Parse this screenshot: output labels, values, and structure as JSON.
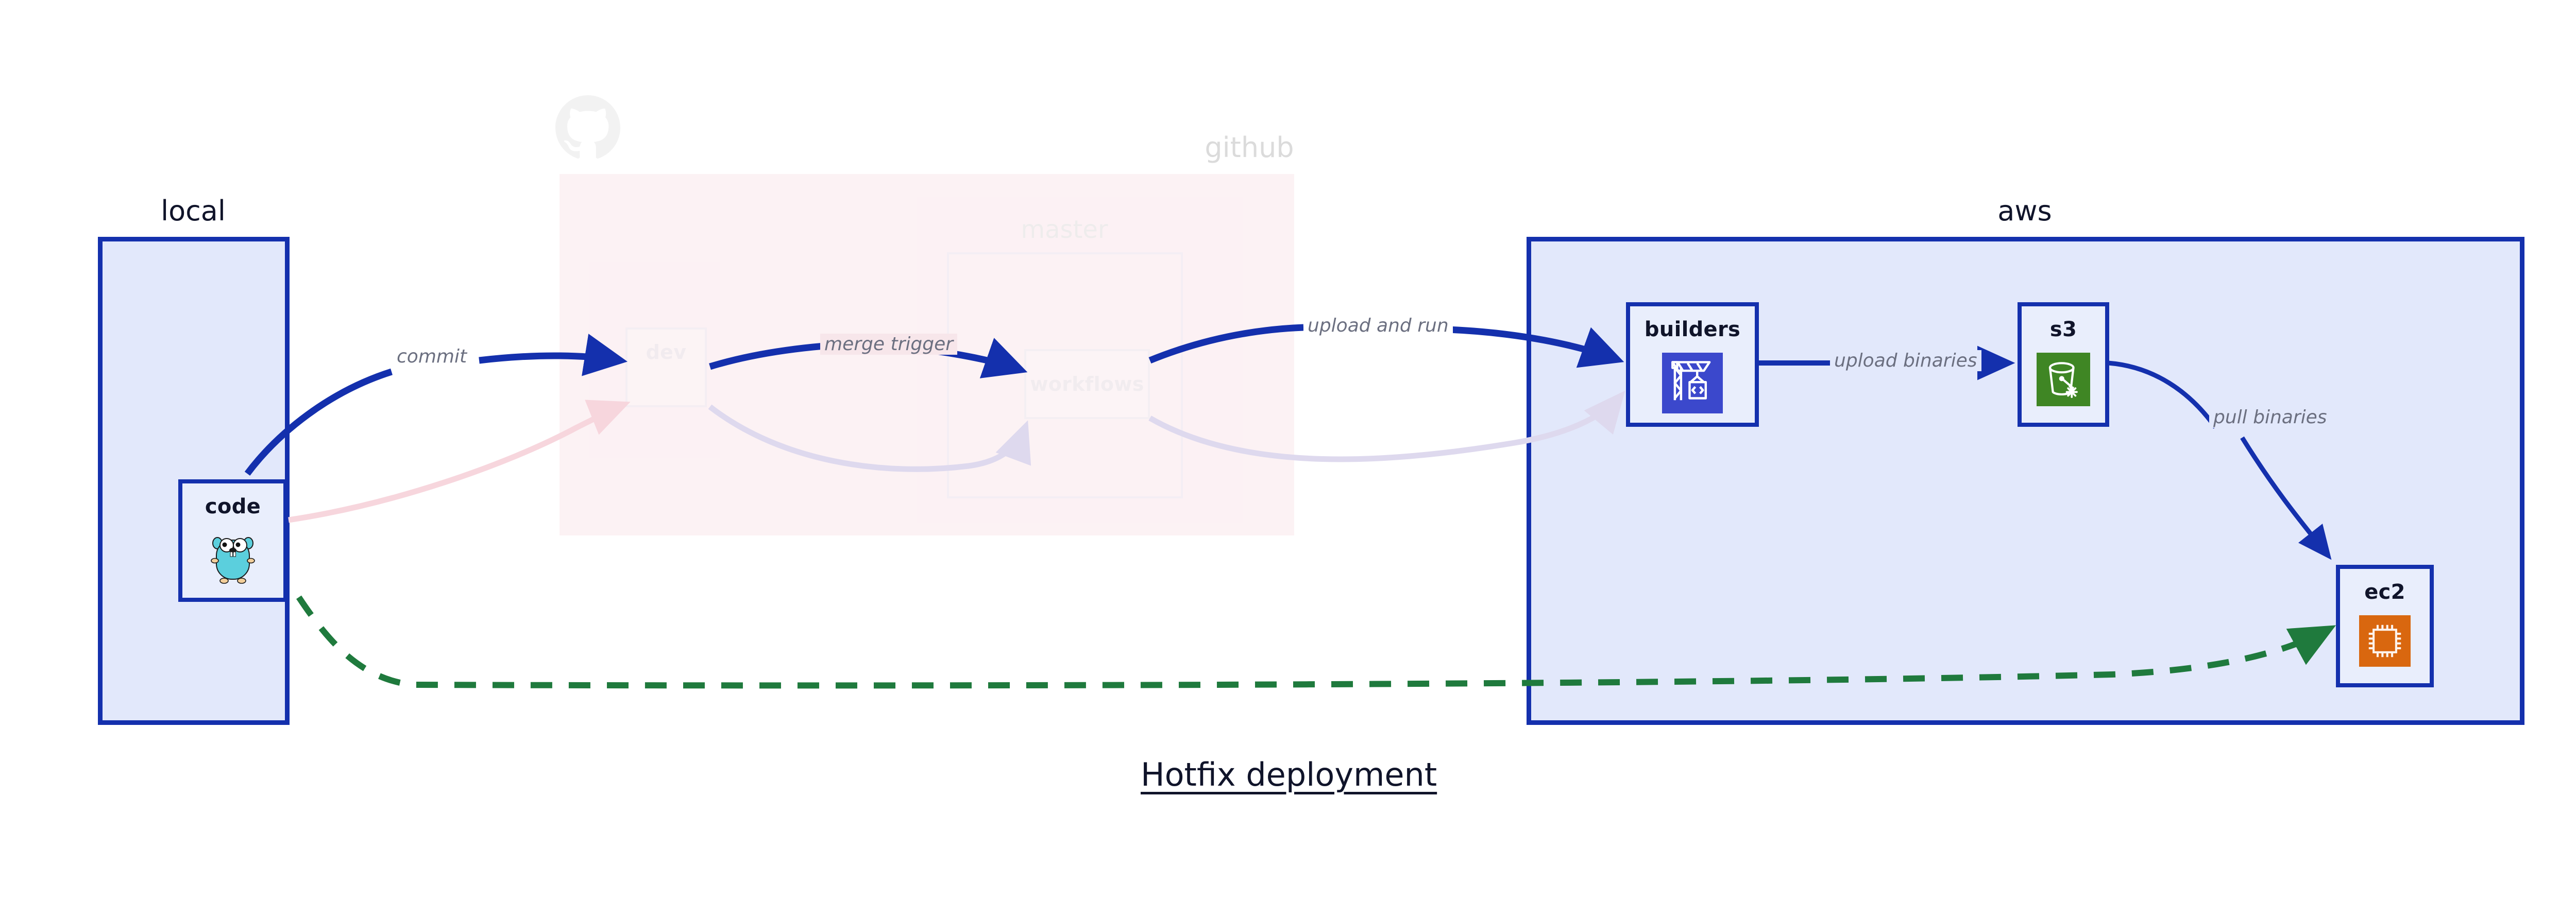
{
  "diagram": {
    "caption": "Hotfix deployment",
    "colors": {
      "group_border_blue": "#1430ad",
      "group_fill_blue": "#e2e8fb",
      "group_fill_pink": "#f9e0e5",
      "node_fill": "#e9eefc",
      "edge_blue": "#1430ad",
      "edge_green": "#1f7a3d",
      "edge_label_gray": "#6b6f80",
      "aws_builders_icon": "#3b48cc",
      "aws_s3_icon": "#3f8624",
      "aws_ec2_icon": "#d9670f",
      "go_gopher": "#5bcfdd",
      "faded_text": "#cfcfcf"
    }
  },
  "groups": [
    {
      "id": "local",
      "label": "local",
      "style": "blue"
    },
    {
      "id": "github",
      "label": "github",
      "style": "pink",
      "faded": true
    },
    {
      "id": "aws",
      "label": "aws",
      "style": "blue"
    }
  ],
  "subgroups": [
    {
      "id": "master",
      "label": "master",
      "parent": "github",
      "faded": true
    }
  ],
  "nodes": [
    {
      "id": "code",
      "label": "code",
      "group": "local",
      "icon": "go-gopher-icon",
      "faded": false
    },
    {
      "id": "dev",
      "label": "dev",
      "group": "github",
      "icon": "none",
      "faded": true
    },
    {
      "id": "workflows",
      "label": "workflows",
      "group": "master",
      "icon": "none",
      "faded": true
    },
    {
      "id": "builders",
      "label": "builders",
      "group": "aws",
      "icon": "aws-codebuild-icon",
      "faded": false
    },
    {
      "id": "s3",
      "label": "s3",
      "group": "aws",
      "icon": "aws-s3-bucket-icon",
      "faded": false
    },
    {
      "id": "ec2",
      "label": "ec2",
      "group": "aws",
      "icon": "aws-ec2-chip-icon",
      "faded": false
    }
  ],
  "edges": [
    {
      "id": "commit",
      "label": "commit",
      "from": "code",
      "to": "dev",
      "style": "solid-bold",
      "color": "#1430ad",
      "faded": false
    },
    {
      "id": "merge-trigger",
      "label": "merge trigger",
      "from": "dev",
      "to": "workflows",
      "style": "solid-bold",
      "color": "#1430ad",
      "faded": false
    },
    {
      "id": "upload-and-run",
      "label": "upload and run",
      "from": "workflows",
      "to": "builders",
      "style": "solid-bold",
      "color": "#1430ad",
      "faded": false
    },
    {
      "id": "upload-binaries",
      "label": "upload binaries",
      "from": "builders",
      "to": "s3",
      "style": "solid-thin",
      "color": "#1430ad",
      "faded": false
    },
    {
      "id": "pull-binaries",
      "label": "pull binaries",
      "from": "s3",
      "to": "ec2",
      "style": "solid-thin",
      "color": "#1430ad",
      "faded": false
    },
    {
      "id": "hotfix-direct",
      "label": "",
      "from": "code",
      "to": "ec2",
      "style": "dashed",
      "color": "#1f7a3d",
      "faded": false
    },
    {
      "id": "ghost-code-dev",
      "label": "",
      "from": "code",
      "to": "dev",
      "style": "solid-thin",
      "color": "#f7d6dd",
      "faded": true
    },
    {
      "id": "ghost-dev-workflows",
      "label": "",
      "from": "dev",
      "to": "workflows",
      "style": "solid-thin",
      "color": "#ded9ee",
      "faded": true
    },
    {
      "id": "ghost-workflows-build",
      "label": "",
      "from": "workflows",
      "to": "builders",
      "style": "solid-thin",
      "color": "#ded9ee",
      "faded": true
    }
  ]
}
